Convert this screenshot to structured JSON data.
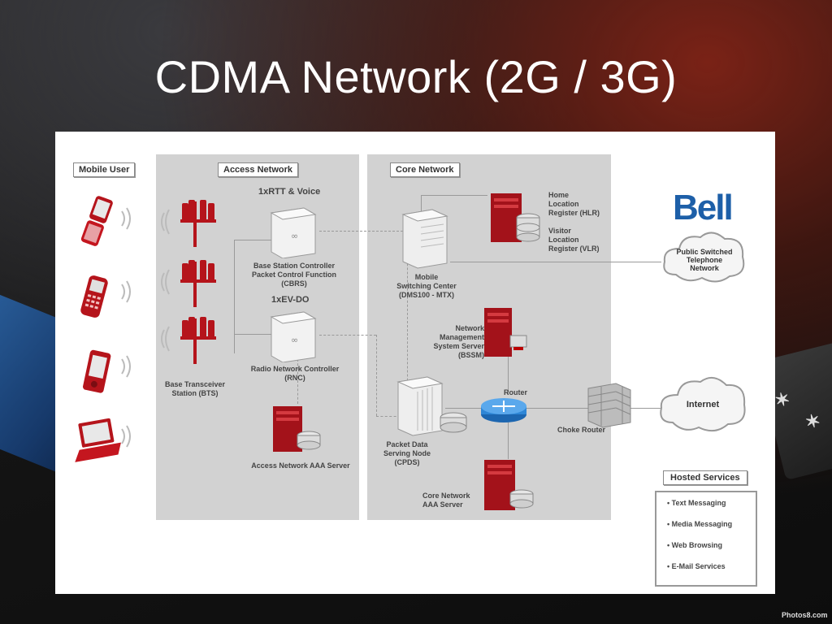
{
  "slide": {
    "title": "CDMA Network (2G / 3G)"
  },
  "sections": {
    "mobile_user": "Mobile User",
    "access_network": "Access Network",
    "core_network": "Core Network"
  },
  "access": {
    "tech_1xrtt": "1xRTT & Voice",
    "tech_1xevdo": "1xEV-DO",
    "bsc_label": "Base Station Controller\nPacket Control Function\n(CBRS)",
    "rnc_label": "Radio Network Controller\n(RNC)",
    "bts_label": "Base Transceiver\nStation (BTS)",
    "aaa_label": "Access Network AAA Server"
  },
  "core": {
    "msc_label": "Mobile\nSwitching Center\n(DMS100 - MTX)",
    "hlr_label": "Home\nLocation\nRegister (HLR)",
    "vlr_label": "Visitor\nLocation\nRegister (VLR)",
    "nms_label": "Network\nManagement\nSystem Server\n(BSSM)",
    "router_label": "Router",
    "pdsn_label": "Packet Data\nServing Node\n(CPDS)",
    "core_aaa_label": "Core Network\nAAA Server",
    "choke_label": "Choke Router"
  },
  "external": {
    "brand": "Bell",
    "pstn_label": "Public Switched\nTelephone\nNetwork",
    "internet_label": "Internet"
  },
  "hosted": {
    "title": "Hosted Services",
    "items": [
      "• Text Messaging",
      "• Media Messaging",
      "• Web Browsing",
      "• E-Mail Services"
    ]
  },
  "watermark": "Photos8.com",
  "colors": {
    "device_red": "#b5141b",
    "server_red": "#a3121a",
    "panel_gray": "#d2d2d2",
    "bell_blue": "#1d5fa8",
    "router_blue": "#2e86d6"
  }
}
